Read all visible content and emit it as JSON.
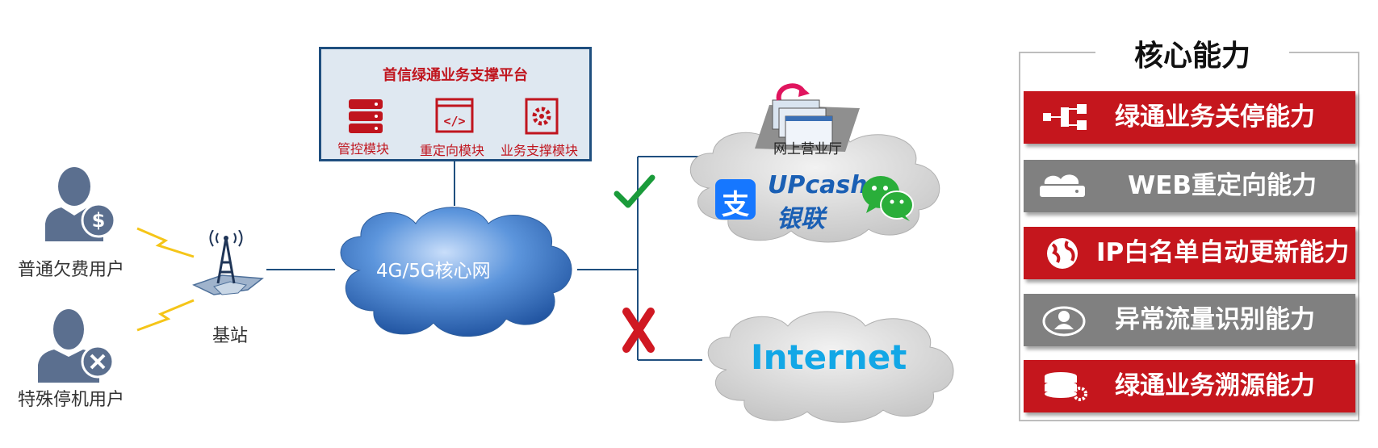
{
  "users": [
    {
      "label": "普通欠费用户",
      "icon": "user-dollar-icon"
    },
    {
      "label": "特殊停机用户",
      "icon": "user-blocked-icon"
    }
  ],
  "base_station": {
    "label": "基站",
    "icon": "cell-tower-icon"
  },
  "platform": {
    "title": "首信绿通业务支撑平台",
    "modules": [
      {
        "label": "管控模块",
        "icon": "database-icon"
      },
      {
        "label": "重定向模块",
        "icon": "code-window-icon"
      },
      {
        "label": "业务支撑模块",
        "icon": "gear-document-icon"
      }
    ]
  },
  "core_network": {
    "label": "4G/5G核心网"
  },
  "allowed_cloud": {
    "online_hall_label": "网上营业厅",
    "services": [
      {
        "label": "支",
        "icon": "alipay-icon"
      },
      {
        "label": "UPcash",
        "icon": "upcash-icon"
      },
      {
        "label": "银联",
        "icon": "unionpay-icon"
      },
      {
        "label": "",
        "icon": "wechat-icon"
      }
    ],
    "status_icon": "checkmark-icon"
  },
  "internet_cloud": {
    "label": "Internet",
    "status_icon": "cross-icon"
  },
  "core_capabilities": {
    "title": "核心能力",
    "items": [
      {
        "label": "绿通业务关停能力",
        "icon": "hierarchy-icon",
        "color": "#c5161d"
      },
      {
        "label": "WEB重定向能力",
        "icon": "cloud-server-icon",
        "color": "#808080"
      },
      {
        "label": "IP白名单自动更新能力",
        "icon": "globe-icon",
        "color": "#c5161d"
      },
      {
        "label": "异常流量识别能力",
        "icon": "user-circle-icon",
        "color": "#808080"
      },
      {
        "label": "绿通业务溯源能力",
        "icon": "database-gear-icon",
        "color": "#c5161d"
      }
    ]
  },
  "colors": {
    "accent_red": "#c5161d",
    "gray": "#808080",
    "navy": "#1f4f7f",
    "cloud_blue": "#2f6db5",
    "internet_blue": "#12a7e6"
  }
}
